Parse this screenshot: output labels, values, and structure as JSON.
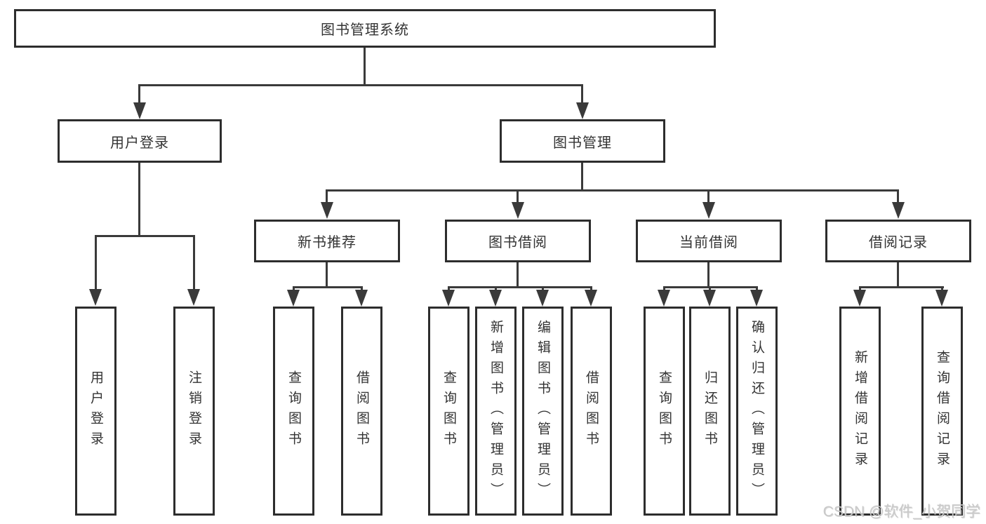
{
  "colors": {
    "bg": "#ffffff",
    "border": "#2d2d2d",
    "line": "#3a3a3a",
    "text": "#333333",
    "watermark": "#c9c9c9"
  },
  "watermark": {
    "text": "CSDN @软件_小贺同学"
  },
  "tree": {
    "label": "图书管理系统",
    "children": [
      {
        "label": "用户登录",
        "children": [
          {
            "label": "用户登录"
          },
          {
            "label": "注销登录"
          }
        ]
      },
      {
        "label": "图书管理",
        "children": [
          {
            "label": "新书推荐",
            "children": [
              {
                "label": "查询图书"
              },
              {
                "label": "借阅图书"
              }
            ]
          },
          {
            "label": "图书借阅",
            "children": [
              {
                "label": "查询图书"
              },
              {
                "label": "新增图书（管理员）"
              },
              {
                "label": "编辑图书（管理员）"
              },
              {
                "label": "借阅图书"
              }
            ]
          },
          {
            "label": "当前借阅",
            "children": [
              {
                "label": "查询图书"
              },
              {
                "label": "归还图书"
              },
              {
                "label": "确认归还（管理员）"
              }
            ]
          },
          {
            "label": "借阅记录",
            "children": [
              {
                "label": "新增借阅记录"
              },
              {
                "label": "查询借阅记录"
              }
            ]
          }
        ]
      }
    ]
  }
}
